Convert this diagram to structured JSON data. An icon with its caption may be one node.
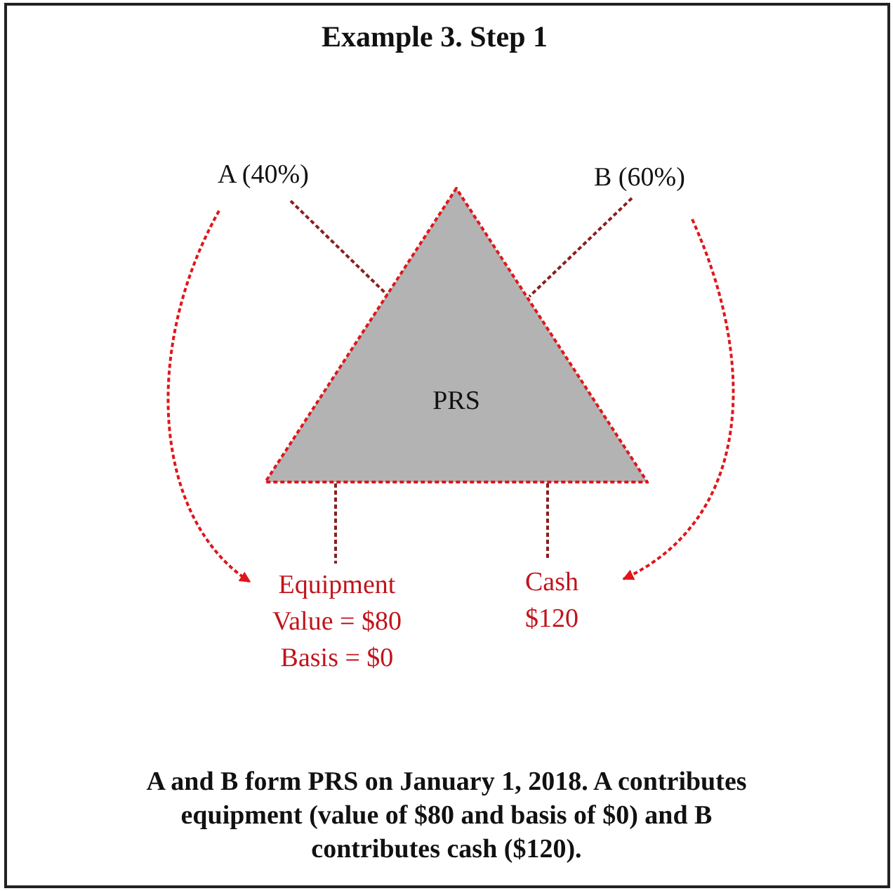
{
  "diagram": {
    "title": "Example 3. Step 1",
    "caption": "A and B form PRS on January 1, 2018. A contributes equipment (value of $80 and basis of $0) and B contributes cash ($120).",
    "nodes": [
      {
        "text": [
          "A (40%)"
        ]
      },
      {
        "text": [
          "B (60%)"
        ]
      },
      {
        "text": [
          "PRS"
        ]
      },
      {
        "text": [
          "Equipment",
          "Value = $80",
          "Basis = $0"
        ]
      },
      {
        "text": [
          "Cash",
          "$120"
        ]
      }
    ],
    "edges": [
      {
        "from": 0,
        "to": 2,
        "arrow": "none",
        "style": "dashed"
      },
      {
        "from": 1,
        "to": 2,
        "arrow": "none",
        "style": "dashed"
      },
      {
        "from": 2,
        "to": 3,
        "arrow": "none",
        "style": "dashed"
      },
      {
        "from": 2,
        "to": 4,
        "arrow": "none",
        "style": "dashed"
      },
      {
        "from": 0,
        "to": 3,
        "arrow": "to",
        "style": "dashed",
        "color": "#e0161b"
      },
      {
        "from": 1,
        "to": 4,
        "arrow": "to",
        "style": "dashed",
        "color": "#e0161b"
      }
    ]
  }
}
